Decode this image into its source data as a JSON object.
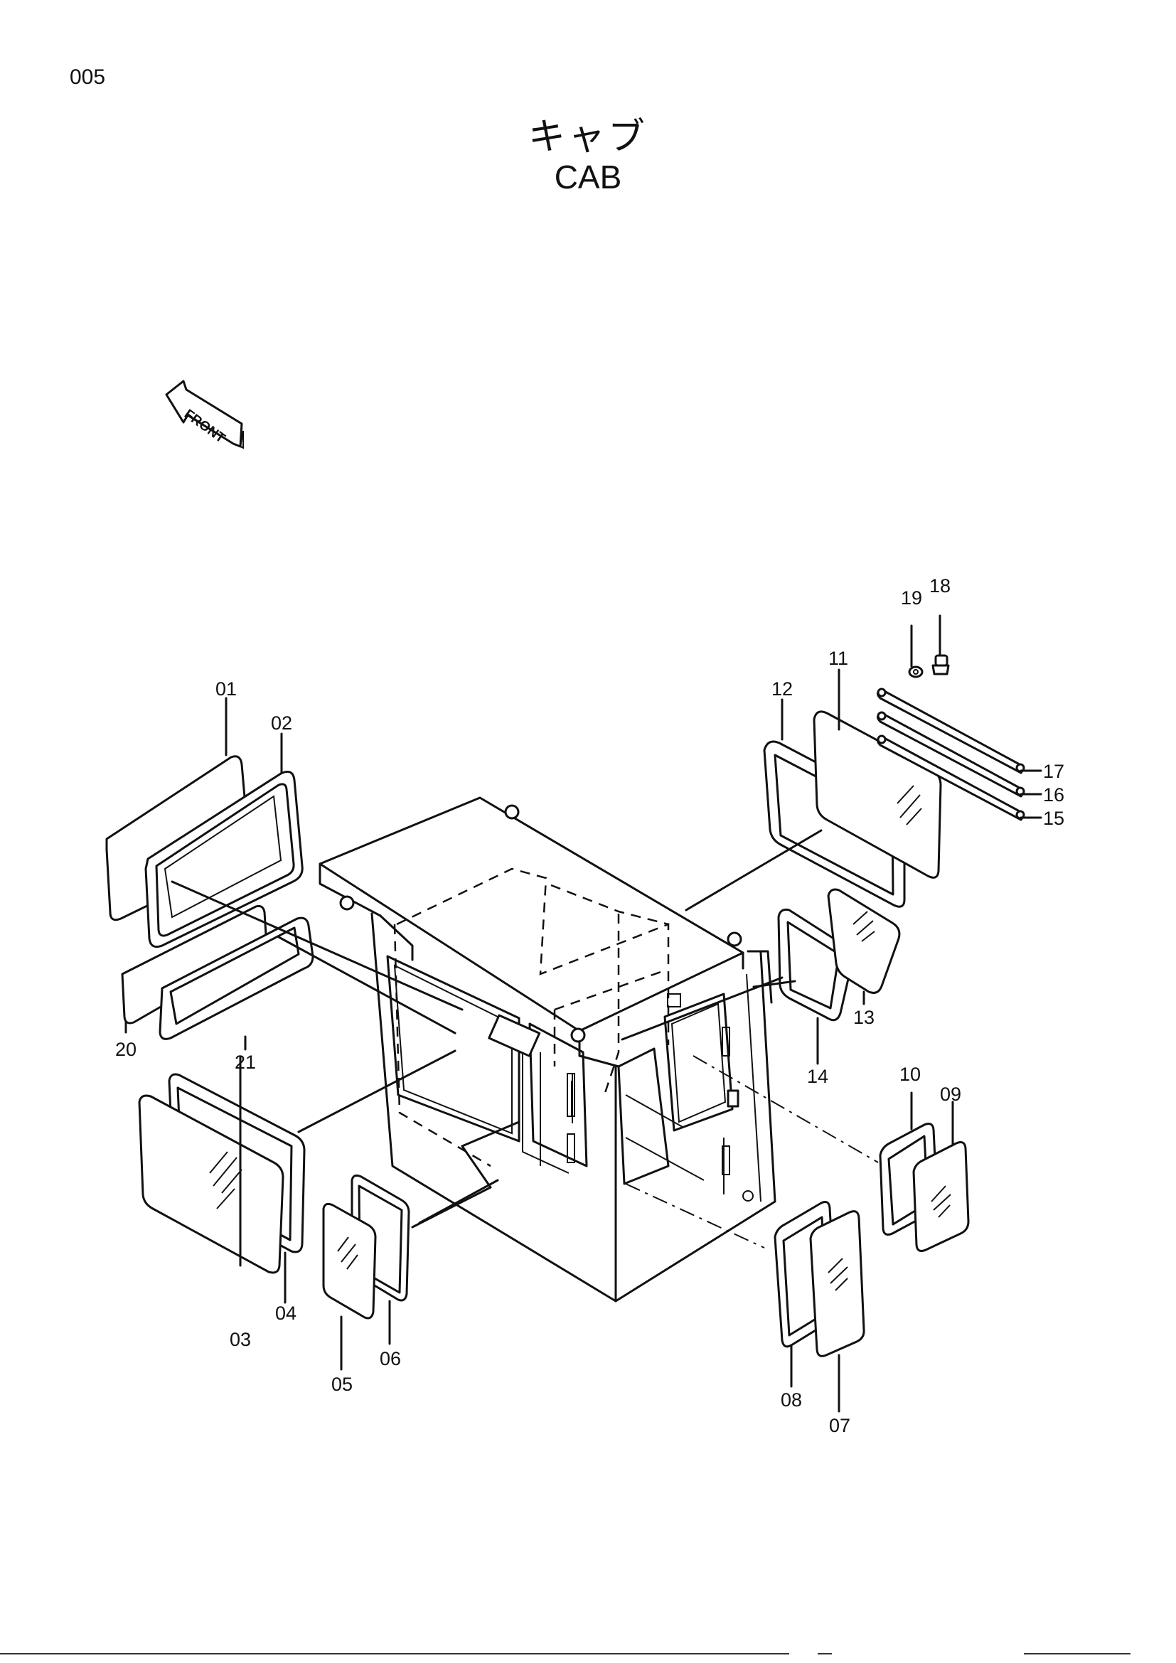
{
  "page_number": "005",
  "title_japanese": "キャブ",
  "title_english": "CAB",
  "front_indicator": "FRONT",
  "part_labels": [
    "01",
    "02",
    "03",
    "04",
    "05",
    "06",
    "07",
    "08",
    "09",
    "10",
    "11",
    "12",
    "13",
    "14",
    "15",
    "16",
    "17",
    "18",
    "19",
    "20",
    "21"
  ]
}
